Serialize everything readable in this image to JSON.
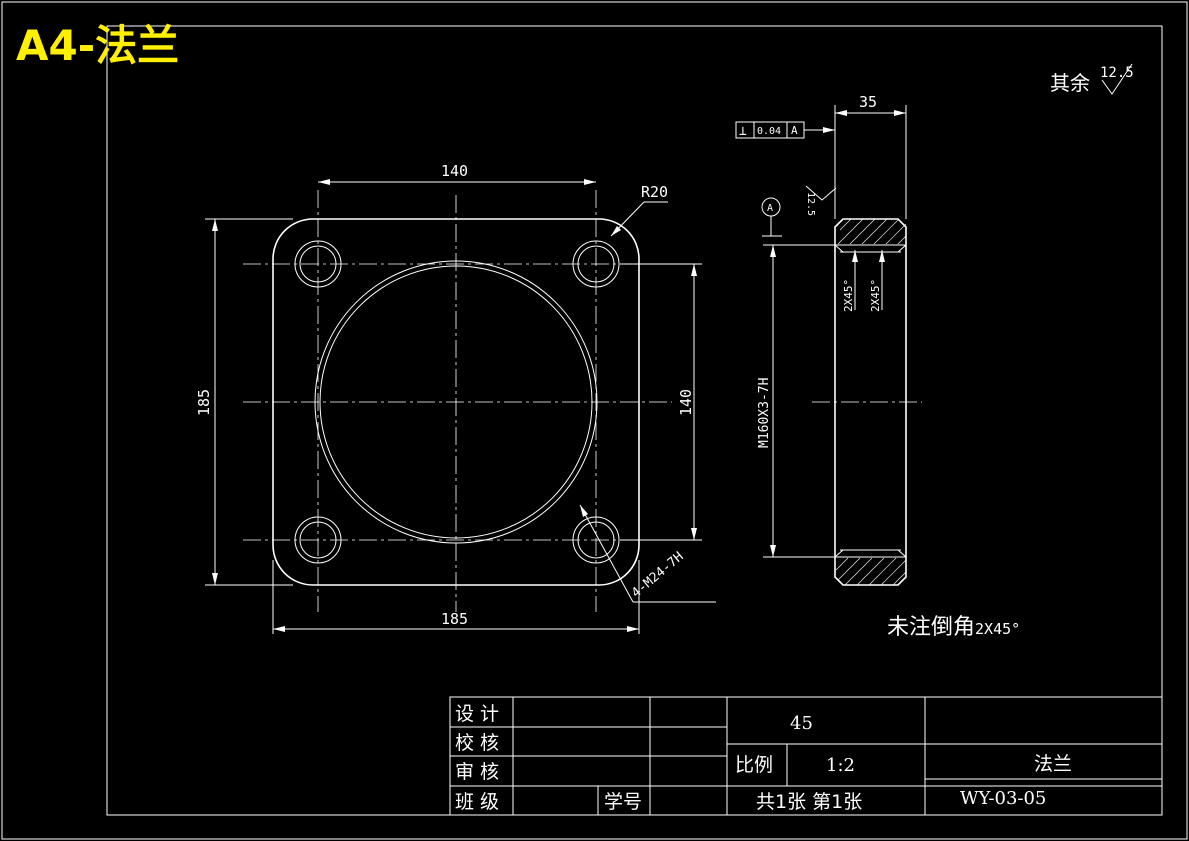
{
  "header": {
    "title": "A4-法兰"
  },
  "surface": {
    "label": "其余",
    "roughness": "12.5",
    "roughness_side": "12.5"
  },
  "front_view": {
    "dim_top": "140",
    "dim_left": "185",
    "dim_right": "140",
    "dim_bottom": "185",
    "radius": "R20",
    "holes": "4-M24-7H"
  },
  "side_view": {
    "thickness": "35",
    "tolerance_symbol": "⊥",
    "tolerance_value": "0.04",
    "datum": "A",
    "datum_marker": "A",
    "thread": "M160X3-7H",
    "chamfer_a": "2X45°",
    "chamfer_b": "2X45°"
  },
  "note": {
    "label": "未注倒角",
    "value": "2X45°"
  },
  "title_block": {
    "design": "设计",
    "check": "校核",
    "review": "审核",
    "class": "班级",
    "student_no": "学号",
    "material": "45",
    "scale_label": "比例",
    "scale_value": "1:2",
    "sheets": "共1张 第1张",
    "part_name": "法兰",
    "drawing_no": "WY-03-05"
  }
}
